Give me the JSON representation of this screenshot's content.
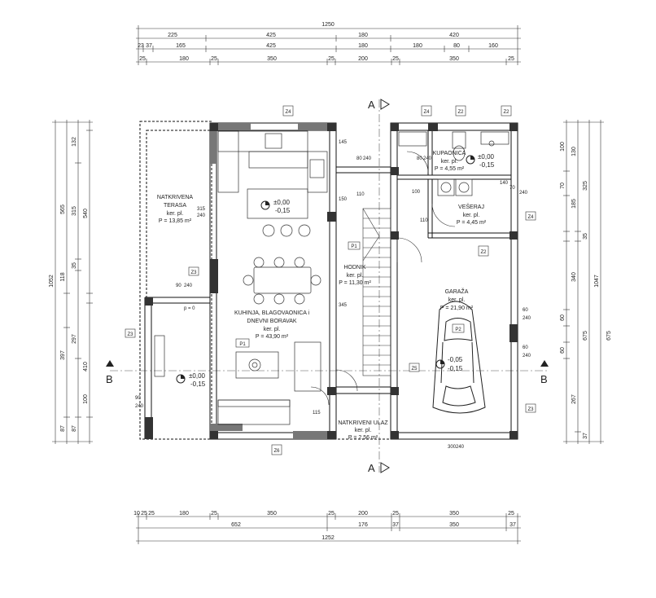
{
  "top_dimensions": {
    "row1": [
      "1250"
    ],
    "row2": [
      "225",
      "425",
      "180",
      "420"
    ],
    "row3": [
      "23",
      "37",
      "165",
      "425",
      "180",
      "180",
      "80",
      "160"
    ],
    "row4": [
      "25",
      "180",
      "25",
      "350",
      "25",
      "200",
      "25",
      "350",
      "25"
    ]
  },
  "bottom_dimensions": {
    "row1": [
      "10",
      "25",
      "25",
      "180",
      "25",
      "350",
      "25",
      "200",
      "25",
      "350",
      "25"
    ],
    "row2": [
      "652",
      "176",
      "37",
      "350",
      "37"
    ],
    "row3": [
      "1252"
    ]
  },
  "left_dimensions": {
    "outer": [
      "1052"
    ],
    "middle": [
      "565",
      "118",
      "397",
      "87"
    ],
    "inner": [
      "132",
      "315",
      "35",
      "297",
      "87"
    ],
    "inner2": [
      "540",
      "410",
      "100"
    ]
  },
  "right_dimensions": {
    "outer": [
      "1047"
    ],
    "middle": [
      "325",
      "35",
      "675",
      "37"
    ],
    "inner": [
      "100",
      "130",
      "70",
      "185",
      "340",
      "60",
      "60",
      "267"
    ],
    "inner2": [
      "675"
    ]
  },
  "rooms": [
    {
      "name": "NATKRIVENA",
      "name2": "TERASA",
      "sub": "ker. pl.",
      "area": "P = 13,85 m²"
    },
    {
      "name": "KUHINJA, BLAGOVAONICA i",
      "name2": "DNEVNI BORAVAK",
      "sub": "ker. pl.",
      "area": "P = 43,90 m²"
    },
    {
      "name": "KUPAONICA",
      "sub": "ker. pl.",
      "area": "P = 4,55 m²"
    },
    {
      "name": "VEŠERAJ",
      "sub": "ker. pl.",
      "area": "P = 4,45 m²"
    },
    {
      "name": "HODNIK",
      "sub": "ker. pl.",
      "area": "P = 11,30 m²"
    },
    {
      "name": "GARAŽA",
      "sub": "ker. pl.",
      "area": "P = 21,90 m²"
    },
    {
      "name": "NATKRIVENI ULAZ",
      "sub": "ker. pl.",
      "area": "P = 2,56 m²"
    }
  ],
  "levels": {
    "kitchen": [
      "±0,00",
      "-0,15"
    ],
    "terrace": [
      "±0,00",
      "-0,15"
    ],
    "bathroom": [
      "±0,00",
      "-0,15"
    ],
    "garage": [
      "-0,05",
      "-0,15"
    ]
  },
  "section_marks": {
    "a_top": "A",
    "a_bottom": "A",
    "b_left": "B",
    "b_right": "B"
  },
  "window_tags": [
    "Z4",
    "Z4",
    "Z2",
    "Z3",
    "Z3",
    "Z2",
    "Z4",
    "Z5",
    "Z3",
    "Z6",
    "Z2"
  ],
  "floor_tags": [
    "P1",
    "P1",
    "P2"
  ],
  "opening_notes": [
    "80",
    "240",
    "100",
    "110",
    "90",
    "240",
    "80",
    "240",
    "60",
    "240",
    "60",
    "240",
    "90",
    "240",
    "p = 0",
    "145",
    "150",
    "115",
    "345",
    "110",
    "315",
    "240",
    "140",
    "70",
    "240",
    "300",
    "240"
  ]
}
